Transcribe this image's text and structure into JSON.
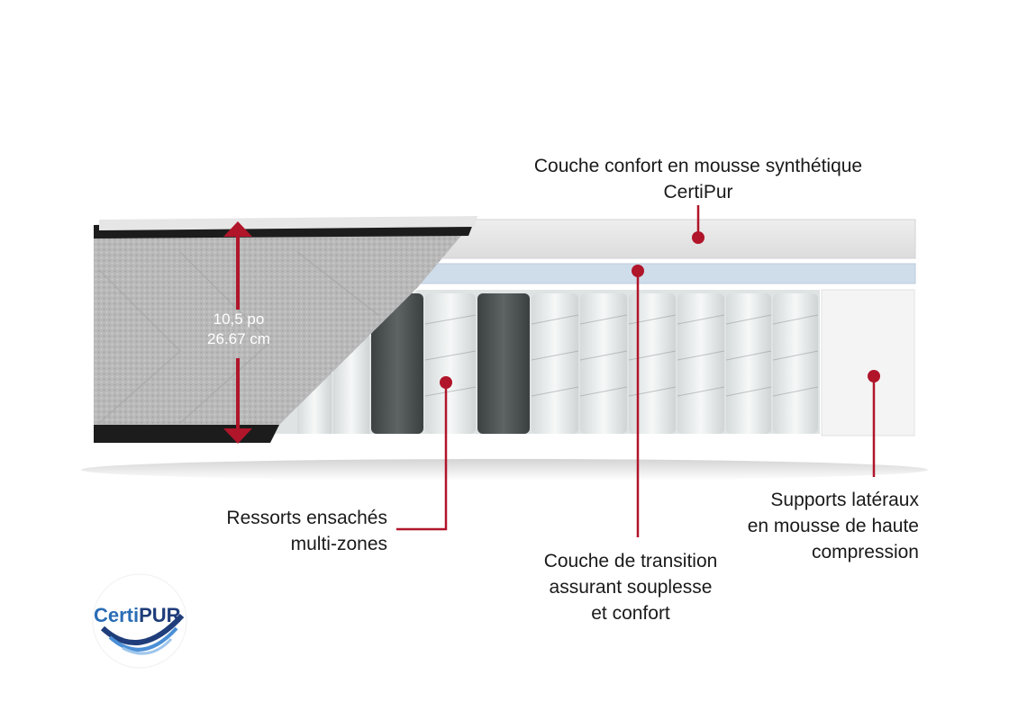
{
  "labels": {
    "top": [
      "Couche confort en mousse synthétique",
      "CertiPur"
    ],
    "ressorts": [
      "Ressorts ensachés",
      "multi-zones"
    ],
    "transition": [
      "Couche de transition",
      "assurant souplesse",
      "et confort"
    ],
    "supports": [
      "Supports latéraux",
      "en mousse de haute",
      "compression"
    ]
  },
  "dimension": {
    "imperial": "10,5 po",
    "metric": "26.67 cm"
  },
  "logo": {
    "brand_a": "Certi",
    "brand_b": "PUR"
  },
  "colors": {
    "accent": "#b0152a",
    "top_layer": "#e4e4e4",
    "transition_layer": "#cfdcea",
    "side_foam": "#f4f4f4",
    "spring_dark": "#4a4f4f",
    "spring_light": "#e8ecec",
    "fabric": "#b5b5b5",
    "logo_blue": "#2a6db5"
  },
  "icons": [
    "up-arrow-icon",
    "down-arrow-icon",
    "certipur-logo-icon"
  ]
}
